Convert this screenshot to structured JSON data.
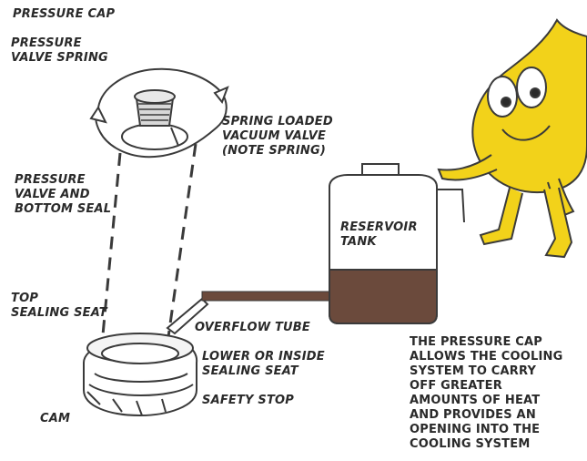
{
  "diagram": {
    "title": "PRESSURE CAP",
    "labels": {
      "pressure_valve_spring": "PRESSURE\nVALVE SPRING",
      "vacuum_valve": "SPRING LOADED\nVACUUM VALVE\n(NOTE SPRING)",
      "pressure_valve_seal": "PRESSURE\nVALVE AND\nBOTTOM SEAL",
      "reservoir_tank": "RESERVOIR\nTANK",
      "top_sealing_seat": "TOP\nSEALING SEAT",
      "overflow_tube": "OVERFLOW TUBE",
      "lower_sealing_seat": "LOWER OR INSIDE\nSEALING SEAT",
      "safety_stop": "SAFETY STOP",
      "cam": "CAM"
    },
    "caption": "THE PRESSURE CAP\nALLOWS THE COOLING\nSYSTEM TO CARRY\nOFF GREATER\nAMOUNTS OF HEAT\nAND PROVIDES AN\nOPENING INTO THE\nCOOLING SYSTEM",
    "colors": {
      "line": "#3a3a3a",
      "fluid": "#6b4a3c",
      "mascot": "#f2d21a",
      "text": "#2a2a2a"
    },
    "mascot": "oil-drop-character"
  }
}
